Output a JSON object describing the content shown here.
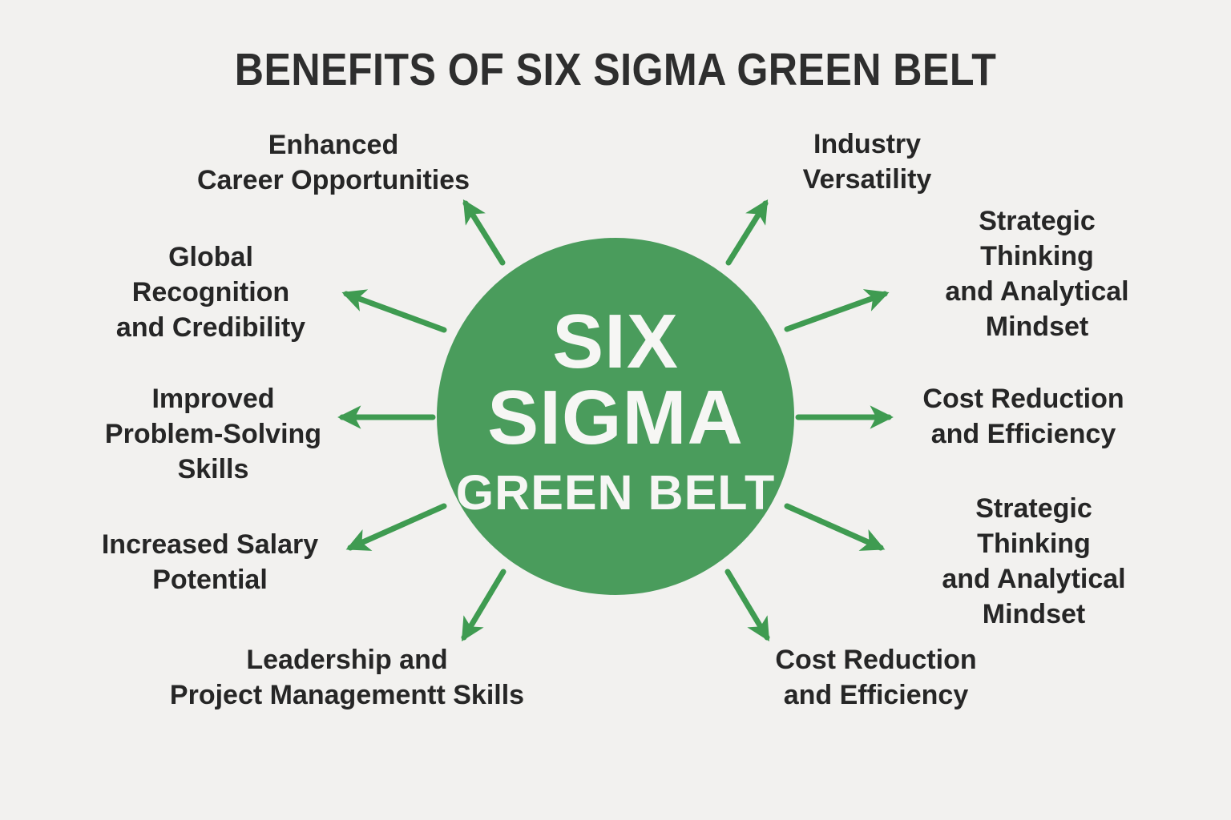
{
  "title": "BENEFITS OF SIX SIGMA GREEN BELT",
  "center_label": {
    "line1": "SIX",
    "line2": "SIGMA",
    "line3": "GREEN BELT"
  },
  "benefits": [
    {
      "id": "enhanced-career-opportunities",
      "side": "top-left",
      "text": "Enhanced\nCareer Opportunities"
    },
    {
      "id": "global-recognition-credibility",
      "side": "left-upper",
      "text": "Global\nRecognition\nand Credibility"
    },
    {
      "id": "improved-problem-solving-skills",
      "side": "left",
      "text": "Improved\nProblem-Solving\nSkills"
    },
    {
      "id": "increased-salary-potential",
      "side": "left-lower",
      "text": "Increased Salary\nPotential"
    },
    {
      "id": "leadership-project-management-skills",
      "side": "bottom-left",
      "text": "Leadership and\nProject Managementt Skills"
    },
    {
      "id": "industry-versatility",
      "side": "top-right",
      "text": "Industry\nVersatility"
    },
    {
      "id": "strategic-thinking-analytical-mindset-1",
      "side": "right-upper",
      "text": "Strategic Thinking\nand Analytical Mindset"
    },
    {
      "id": "cost-reduction-efficiency-1",
      "side": "right",
      "text": "Cost Reduction\nand Efficiency"
    },
    {
      "id": "strategic-thinking-analytical-mindset-2",
      "side": "right-lower",
      "text": "Strategic Thinking\nand Analytical Mindset"
    },
    {
      "id": "cost-reduction-efficiency-2",
      "side": "bottom-right",
      "text": "Cost Reduction\nand Efficiency"
    }
  ],
  "colors": {
    "background": "#f2f1ef",
    "circle_green": "#4a9c5c",
    "arrow_green": "#3f9b51",
    "title_text": "#2e2e2e",
    "label_text": "#262626",
    "circle_text": "#f6f6f4"
  }
}
